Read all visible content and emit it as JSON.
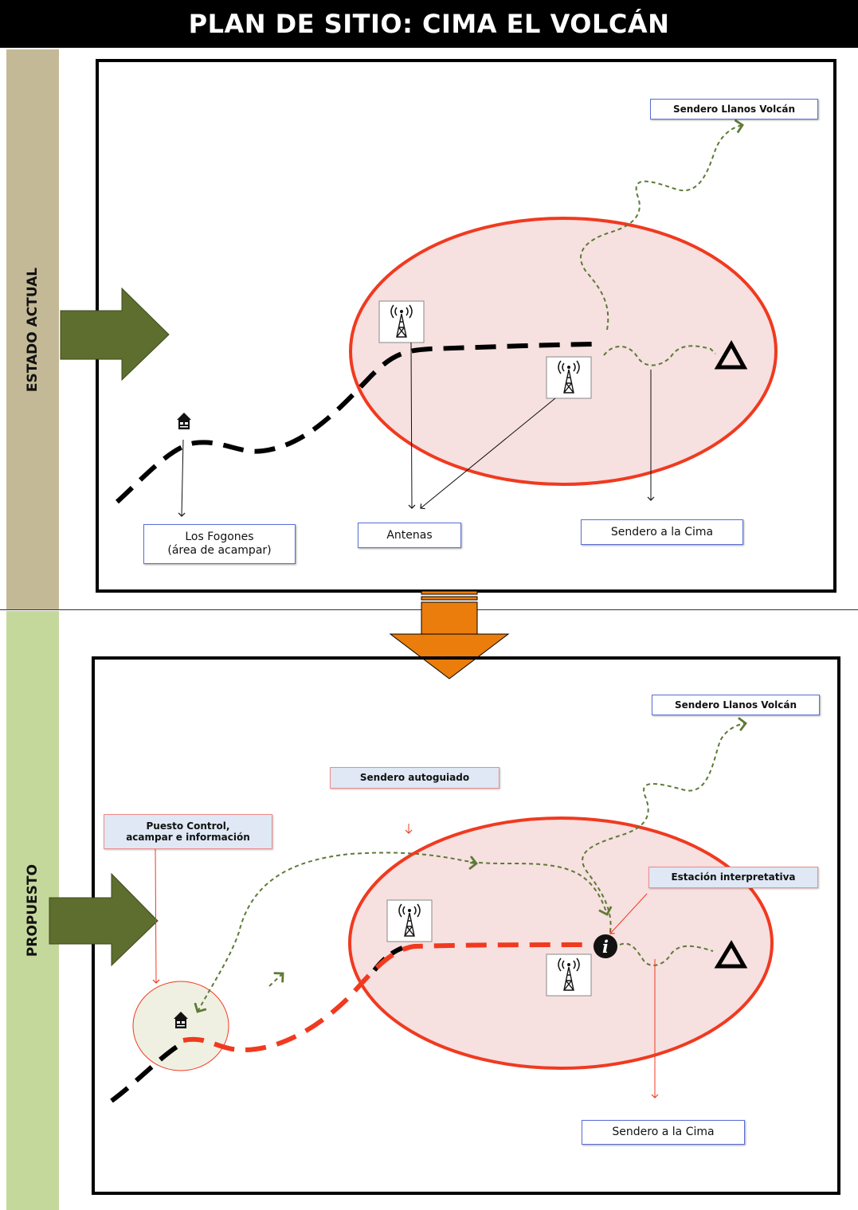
{
  "title": "PLAN DE SITIO:  CIMA EL VOLCÁN",
  "sections": {
    "actual": {
      "label": "ESTADO ACTUAL",
      "labels": {
        "llanos": "Sendero Llanos Volcán",
        "fogones": "Los Fogones\n(área de acampar)",
        "antenas": "Antenas",
        "cima": "Sendero a la Cima"
      }
    },
    "propuesto": {
      "label": "PROPUESTO",
      "labels": {
        "llanos": "Sendero Llanos Volcán",
        "autoguiado": "Sendero autoguiado",
        "puesto": "Puesto Control, acampar e información",
        "estacion": "Estación interpretativa",
        "cima": "Sendero a la Cima"
      }
    }
  },
  "icons": [
    "antenna-icon",
    "house-icon",
    "summit-triangle-icon",
    "info-icon"
  ],
  "colors": {
    "title_bg": "#000000",
    "band_actual": "#c4b996",
    "band_propuesto": "#c5d89b",
    "zone_fill": "#f6e0e0",
    "zone_stroke": "#f03a20",
    "side_arrow": "#5d6e2e",
    "transition_arrow": "#ea7d0b",
    "trail_green": "#5d7a36",
    "trail_red": "#f03a20"
  }
}
